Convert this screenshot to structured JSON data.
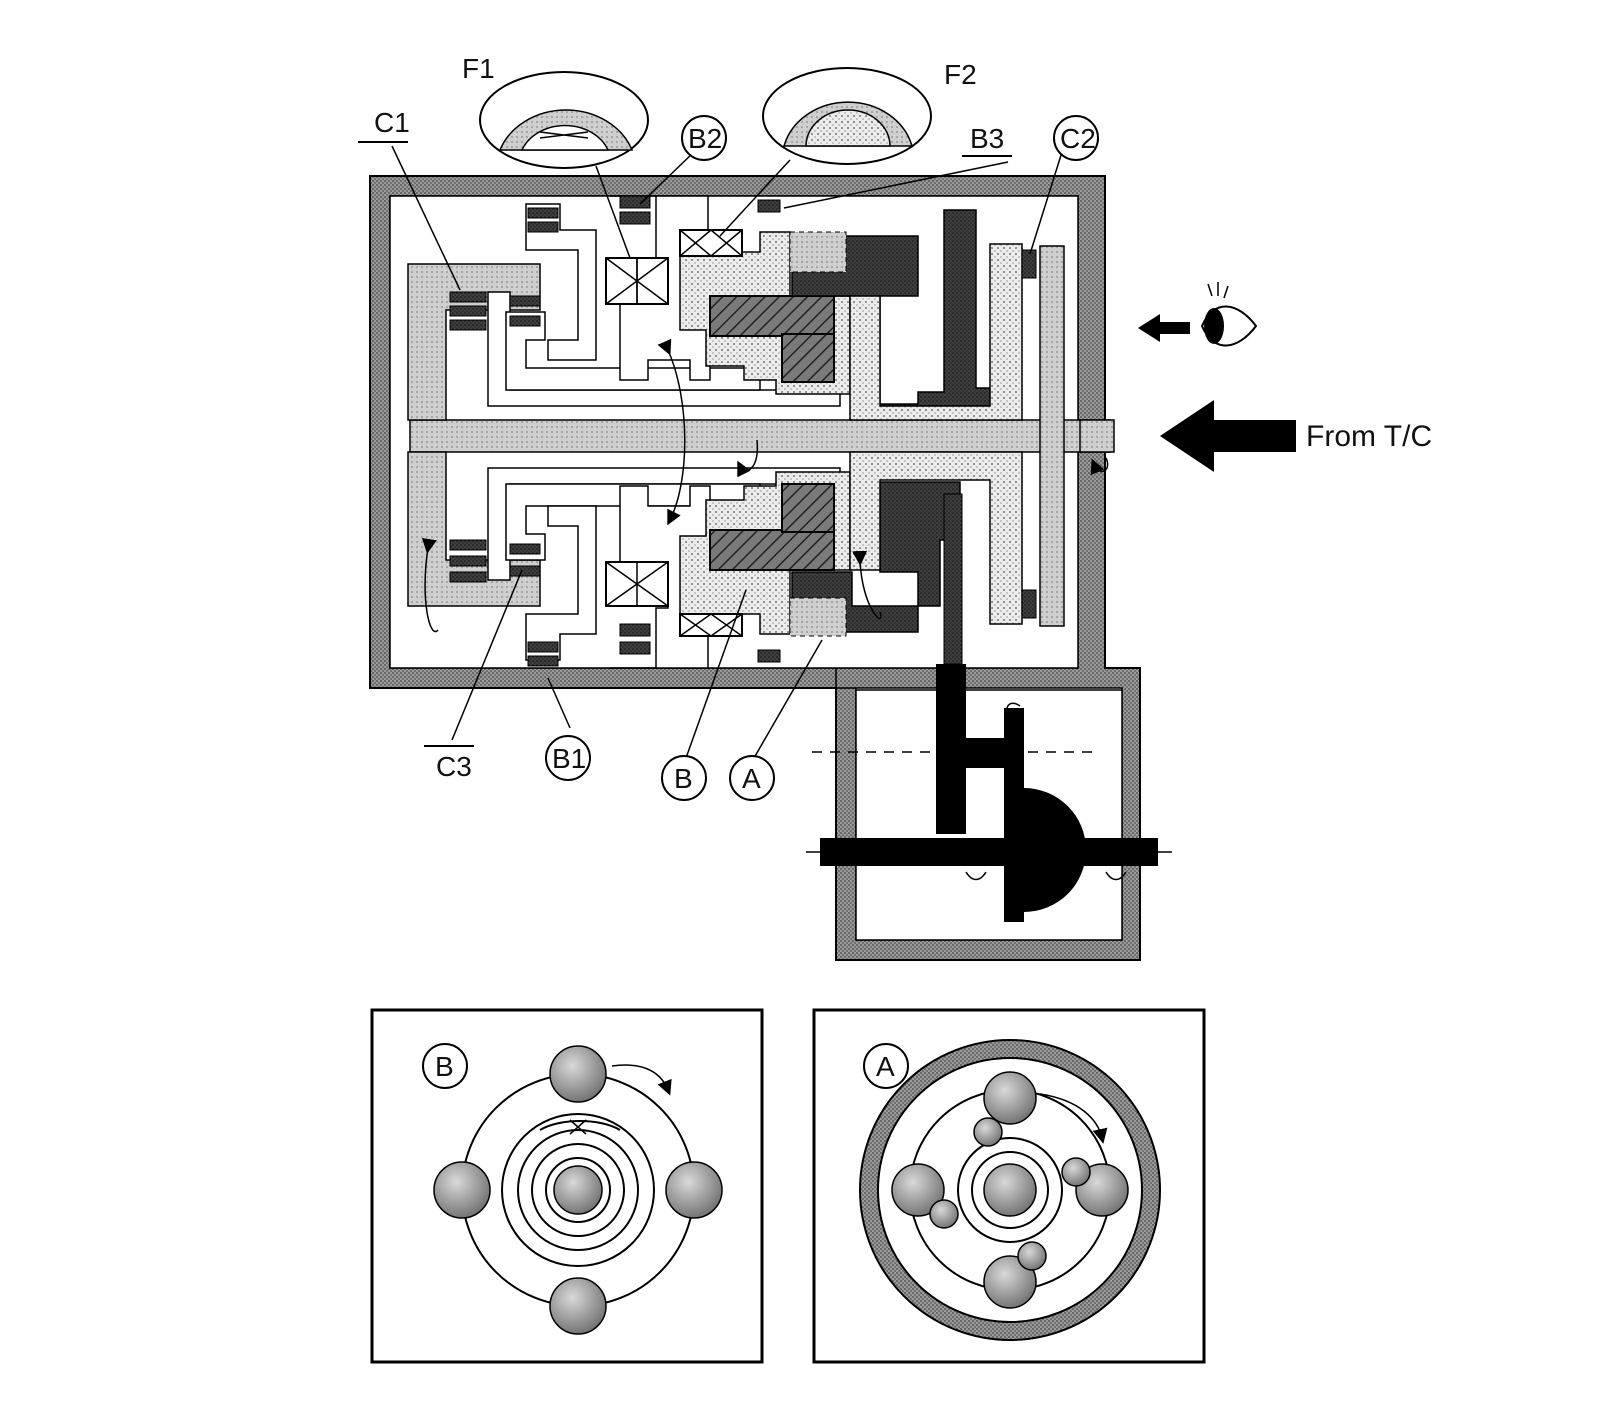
{
  "labels": {
    "f1": "F1",
    "f2": "F2",
    "c1": "C1",
    "b2": "B2",
    "b3": "B3",
    "c2": "C2",
    "c3": "C3",
    "b1": "B1",
    "b": "B",
    "a": "A",
    "from_tc": "From T/C"
  },
  "insets": {
    "b_label": "B",
    "a_label": "A"
  },
  "colors": {
    "housing": "#8a8a8a",
    "dark_part": "#4a4a4a",
    "light_part": "#d4d4d4",
    "stipple": "#e6e6e6",
    "line": "#000000"
  }
}
